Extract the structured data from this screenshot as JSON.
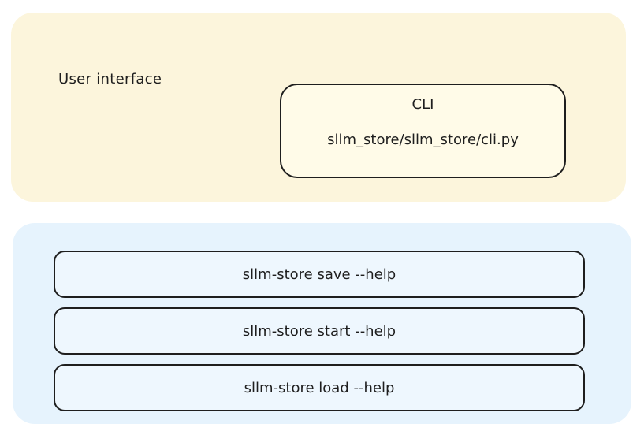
{
  "user_interface": {
    "label": "User interface",
    "cli": {
      "title": "CLI",
      "path": "sllm_store/sllm_store/cli.py"
    }
  },
  "commands": [
    "sllm-store save --help",
    "sllm-store start --help",
    "sllm-store load --help"
  ],
  "colors": {
    "ui_panel": "#fcf5dc",
    "commands_panel": "#e6f3fd",
    "stroke": "#1e1e1e"
  }
}
